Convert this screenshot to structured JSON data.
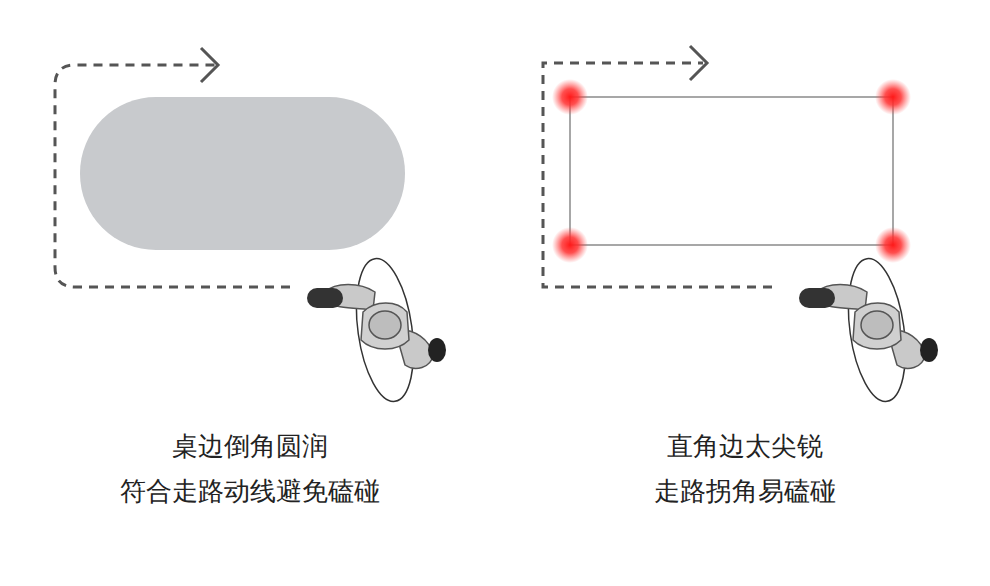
{
  "diagram": {
    "labels": [
      "桌边倒角圆润",
      "符合走路动线避免磕碰",
      "直角边太尖锐",
      "走路拐角易磕碰"
    ]
  }
}
